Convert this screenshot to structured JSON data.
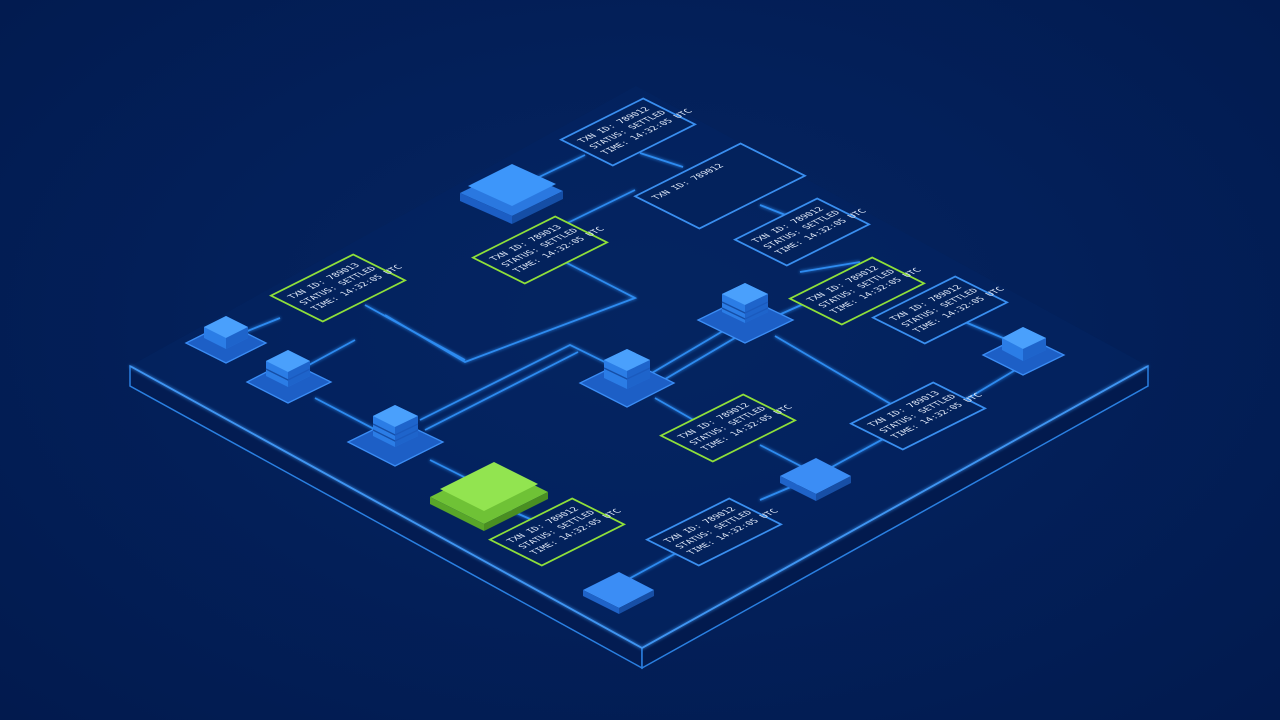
{
  "colors": {
    "background": "#021a4e",
    "platform_edge": "#2a7fe0",
    "link": "#2d8bf0",
    "card_blue_border": "#3a8ff0",
    "card_green_border": "#8fe03a",
    "card_fill": "#03225c",
    "node_top": "#3b8df5",
    "node_left": "#1f63c8",
    "node_right": "#174fa6",
    "block_green_top": "#8de14a",
    "text": "#e6eefc"
  },
  "cards": [
    {
      "id": "card-top",
      "accent": "blue",
      "lines": [
        "TXN ID: 789012",
        "STATUS: SETTLED",
        "TIME: 14:32:05 UTC"
      ]
    },
    {
      "id": "card-big",
      "accent": "blue",
      "lines": [
        "TXN ID: 789012",
        "",
        ""
      ]
    },
    {
      "id": "card-right-1",
      "accent": "blue",
      "lines": [
        "TXN ID: 789012",
        "STATUS: SETTLED",
        "TIME: 14:32:05 UTC"
      ]
    },
    {
      "id": "card-center-green",
      "accent": "green",
      "lines": [
        "TXN ID: 789013",
        "STATUS: SETTLED",
        "TIME: 14:32:05 UTC"
      ]
    },
    {
      "id": "card-left-green",
      "accent": "green",
      "lines": [
        "TXN ID: 789013",
        "STATUS: SETTLED",
        "TIME: 14:32:05 UTC"
      ]
    },
    {
      "id": "card-right-green",
      "accent": "green",
      "lines": [
        "TXN ID: 789012",
        "STATUS: SETTLED",
        "TIME: 14:32:05 UTC"
      ]
    },
    {
      "id": "card-far-right",
      "accent": "blue",
      "lines": [
        "TXN ID: 789012",
        "STATUS: SETTLED",
        "TIME: 14:32:05 UTC"
      ]
    },
    {
      "id": "card-mid-green",
      "accent": "green",
      "lines": [
        "TXN ID: 789012",
        "STATUS: SETTLED",
        "TIME: 14:32:05 UTC"
      ]
    },
    {
      "id": "card-lower-right",
      "accent": "blue",
      "lines": [
        "TXN ID: 789013",
        "STATUS: SETTLED",
        "TIME: 14:32:05 UTC"
      ]
    },
    {
      "id": "card-bottom-green",
      "accent": "green",
      "lines": [
        "TXN ID: 789012",
        "STATUS: SETTLED",
        "TIME: 14:32:05 UTC"
      ]
    },
    {
      "id": "card-bottom-blue",
      "accent": "blue",
      "lines": [
        "TXN ID: 789012",
        "STATUS: SETTLED",
        "TIME: 14:32:05 UTC"
      ]
    }
  ],
  "icons": {
    "server": "server-stack-icon",
    "node": "node-block-icon"
  }
}
